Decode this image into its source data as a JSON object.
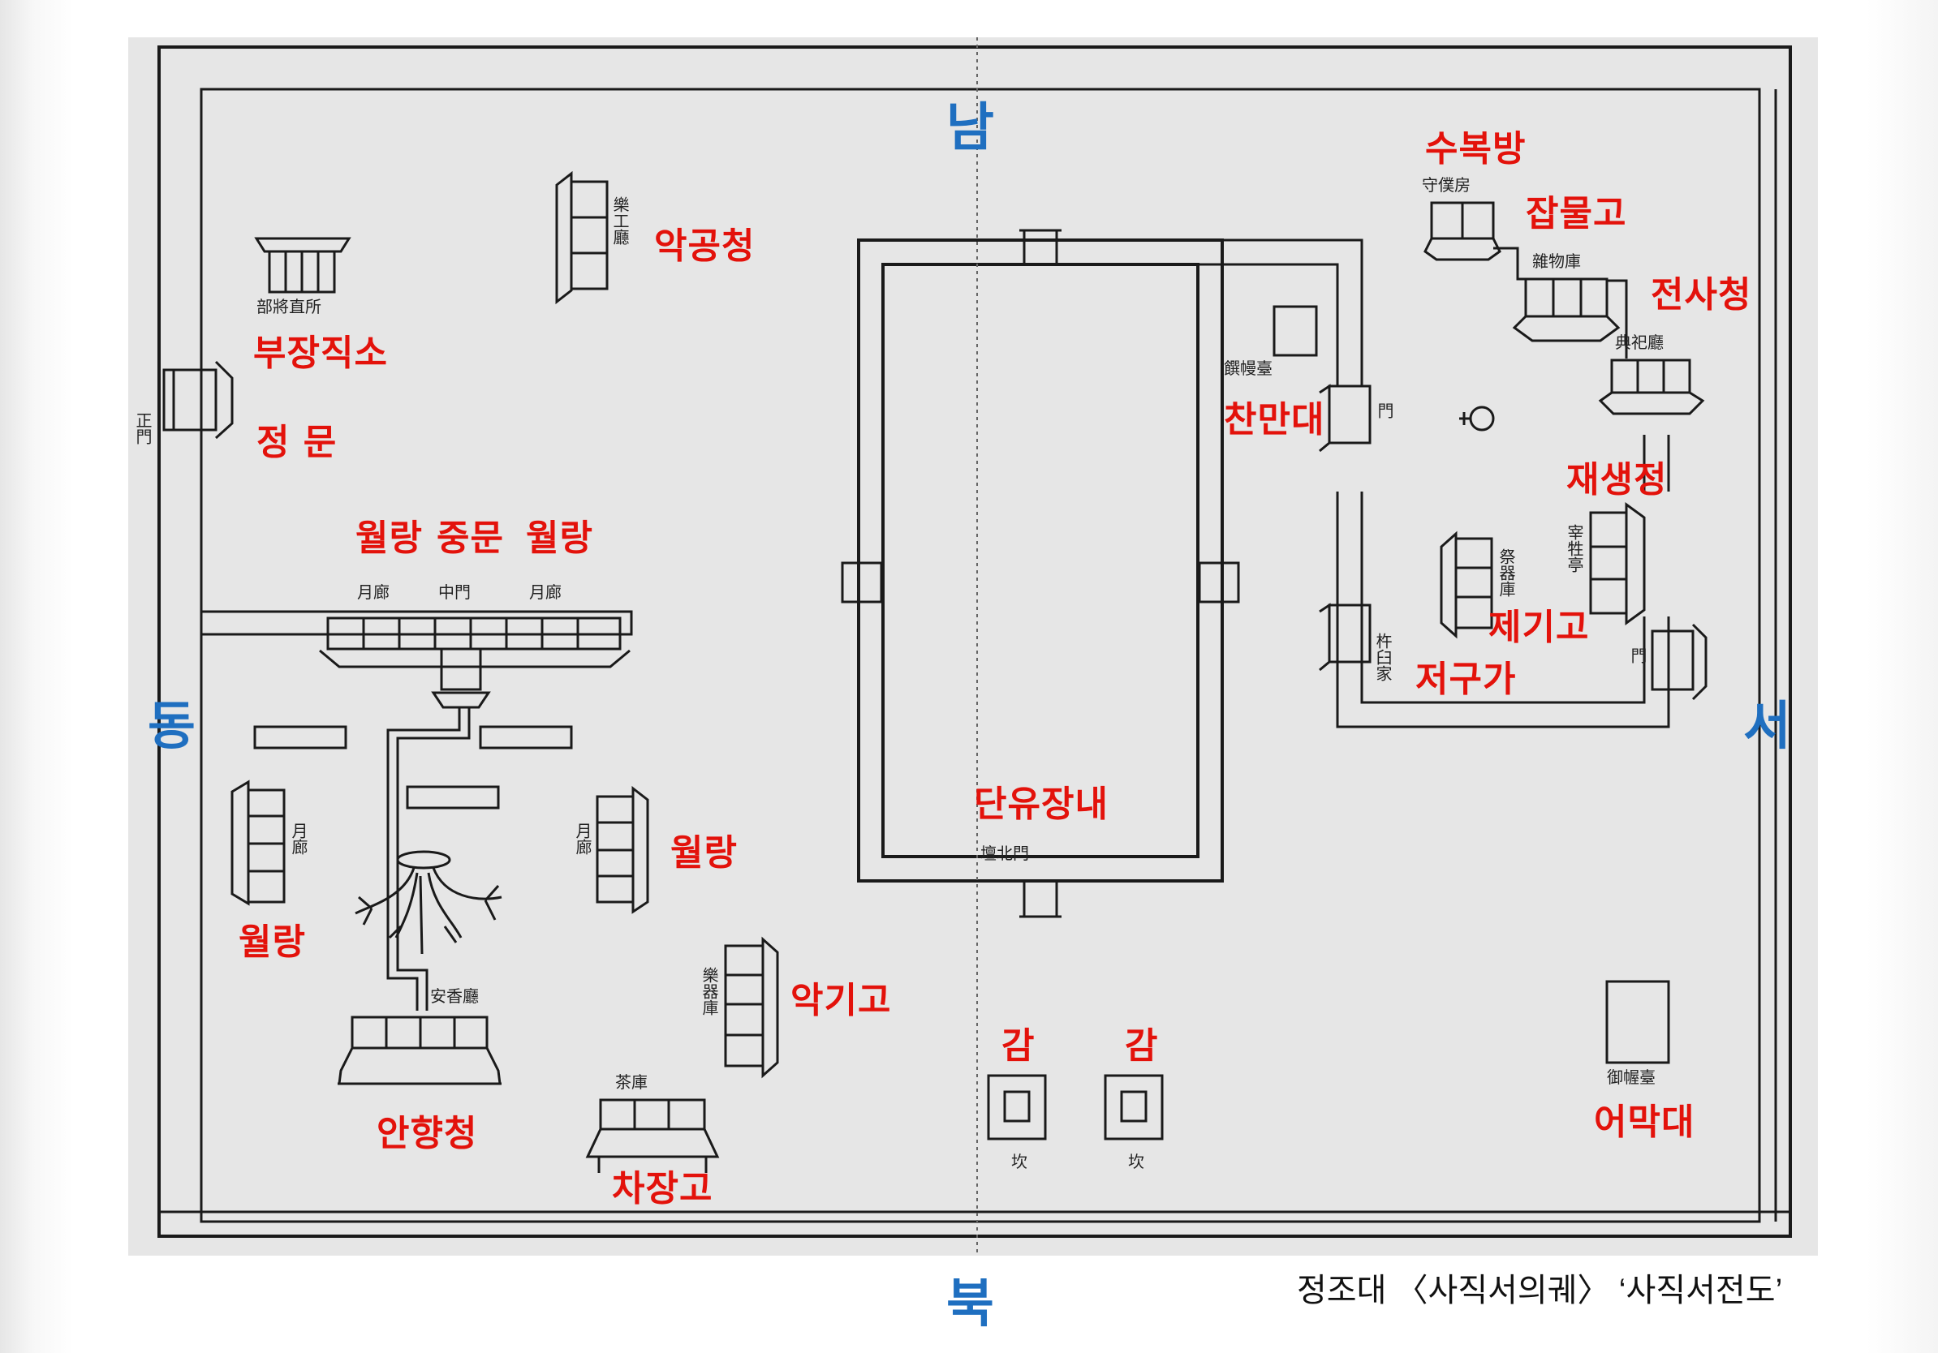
{
  "directions": {
    "north": "북",
    "south": "남",
    "east": "동",
    "west": "서"
  },
  "labels": {
    "sujangjikso": "부장직소",
    "jeongmun": "정 문",
    "akgongcheong": "악공청",
    "wollang_left": "월랑",
    "jungmun": "중문",
    "wollang_right": "월랑",
    "wollang_east": "월랑",
    "wollang_mid": "월랑",
    "anhyangcheong": "안향청",
    "akgigo": "악기고",
    "chajanggo": "차장고",
    "danyujangnae": "단유장내",
    "gam1": "감",
    "gam2": "감",
    "subokbang": "수복방",
    "jammulgo": "잡물고",
    "jeonsacheong": "전사청",
    "chanmandae": "찬만대",
    "jaesaengjeong": "재생정",
    "jegigo": "제기고",
    "jeoguga": "저구가",
    "eomakdae": "어막대"
  },
  "hanja": {
    "bujangjikso": "部將直所",
    "jungmun": "中門",
    "wollang_a": "月廊",
    "wollang_b": "月廊",
    "akgongcheong": "樂工廳",
    "anhyangcheong": "安香廳",
    "akgigo": "樂器庫",
    "chajanggo": "茶庫",
    "danyu": "壇北門",
    "subokbang": "守僕房",
    "jammulgo": "雜物庫",
    "jeonsacheong": "典祀廳",
    "chanmandae": "饌幔臺",
    "jaesaengjeong": "宰牲亭",
    "jegigo": "祭器庫",
    "jeoguga": "杵臼家",
    "eomakdae": "御幄臺",
    "gam1": "坎",
    "gam2": "坎",
    "east_gate": "正門",
    "wollang_east": "月廊",
    "wollang_mid": "月廊",
    "west_gate": "門",
    "inner_gate": "門"
  },
  "caption": "정조대 〈사직서의궤〉 ‘사직서전도’"
}
